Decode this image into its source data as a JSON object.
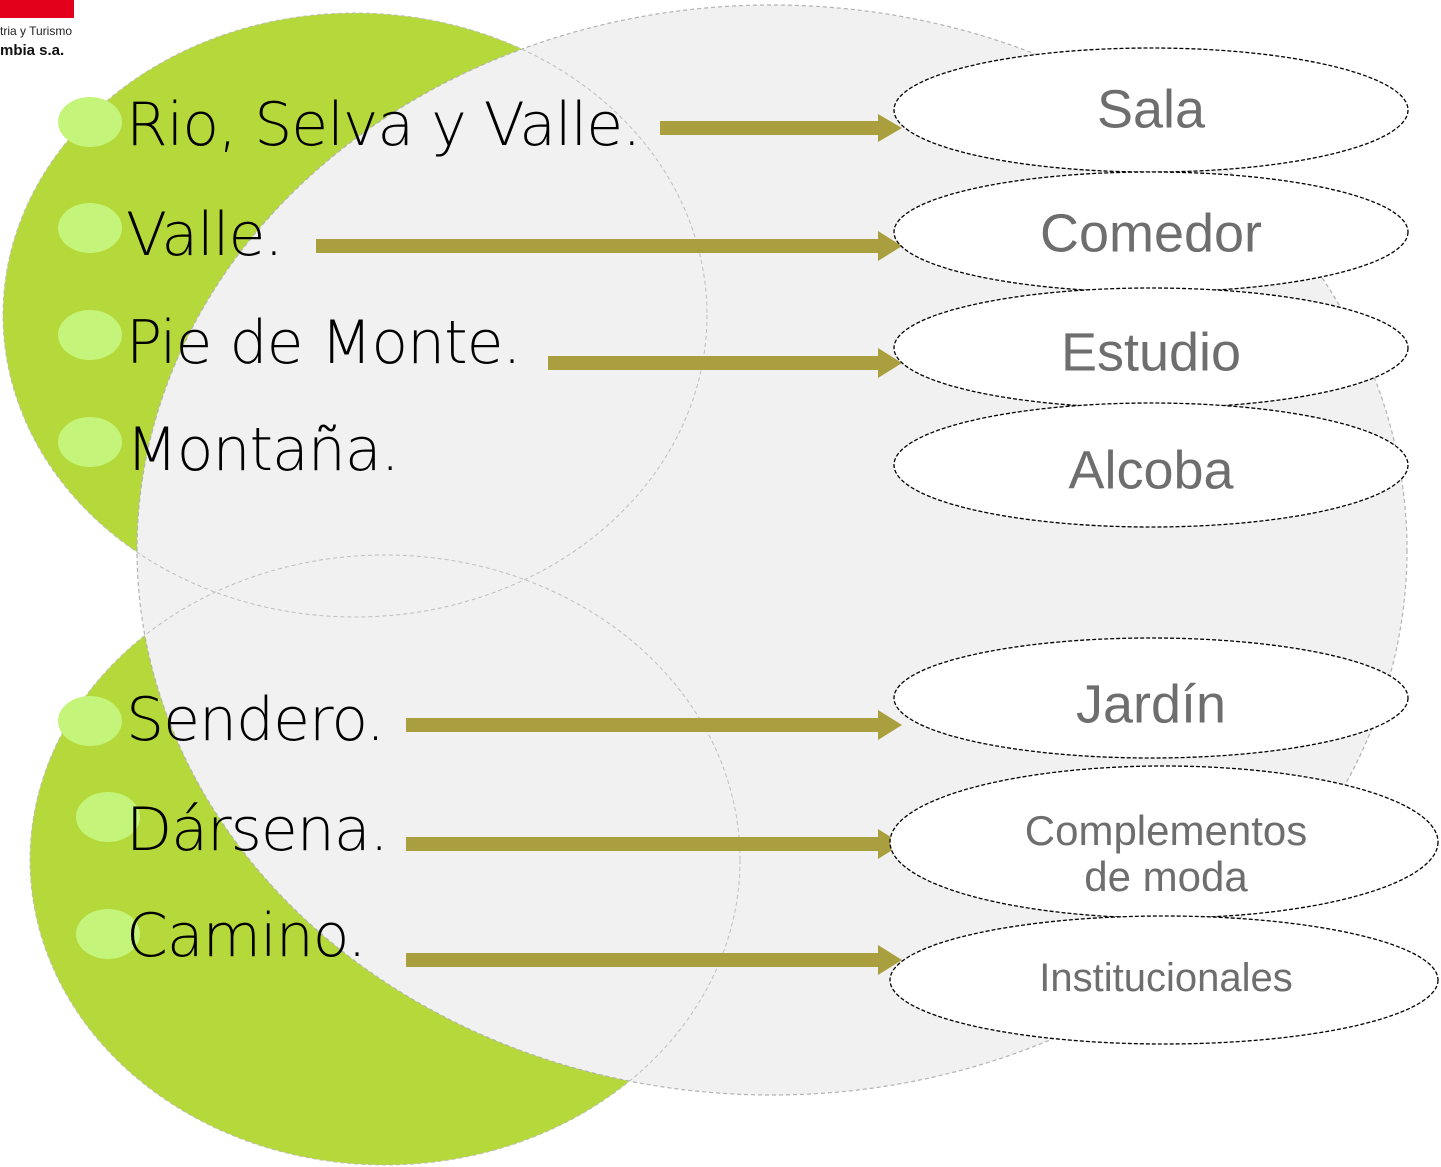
{
  "logo": {
    "line1": "tria y Turismo",
    "line2": "mbia s.a.",
    "brand_color": "#e2001a"
  },
  "colors": {
    "green_circle": "#b5d93a",
    "grey_circle": "#f1f1f1",
    "bullet": "#c4f57a",
    "arrow": "#a99f3f",
    "room_text": "#6e6e6e"
  },
  "items": [
    {
      "label": "Rio,  Selva y Valle.",
      "target": "Sala"
    },
    {
      "label": "Valle.",
      "target": "Comedor"
    },
    {
      "label": "Pie de Monte.",
      "target": "Estudio"
    },
    {
      "label": "Montaña.",
      "target": null
    },
    {
      "label": "Sendero.",
      "target": "Jardín"
    },
    {
      "label": "Dársena.",
      "target": "Complementos de moda"
    },
    {
      "label": "Camino.",
      "target": "Institucionales"
    }
  ],
  "rooms": [
    {
      "name": "Sala"
    },
    {
      "name": "Comedor"
    },
    {
      "name": "Estudio"
    },
    {
      "name": "Alcoba"
    },
    {
      "name": "Jardín"
    },
    {
      "name": "Complementos\nde moda"
    },
    {
      "name": "Institucionales"
    }
  ]
}
